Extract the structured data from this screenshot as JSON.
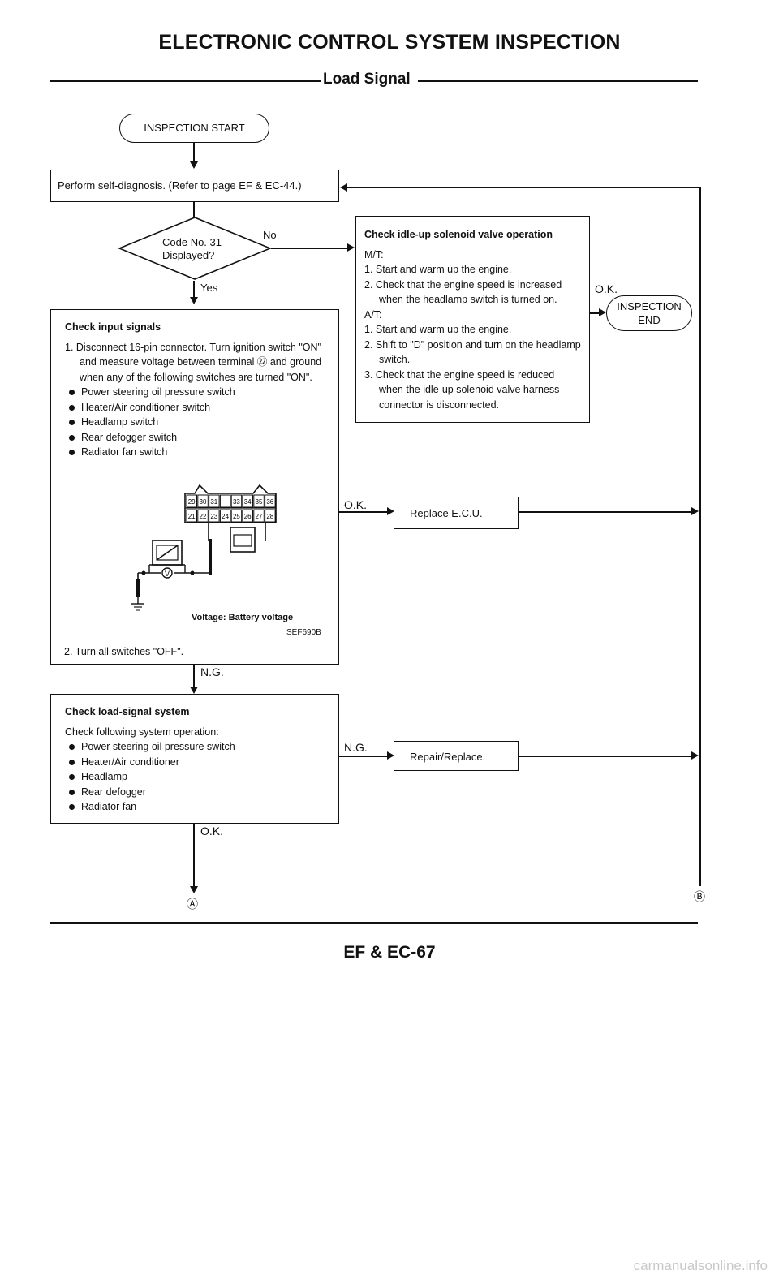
{
  "header": {
    "title": "ELECTRONIC CONTROL SYSTEM INSPECTION",
    "subtitle": "Load Signal"
  },
  "start": "INSPECTION START",
  "step1": "Perform self-diagnosis. (Refer to page EF & EC-44.)",
  "decision": {
    "line1": "Code No. 31",
    "line2": "Displayed?",
    "no": "No",
    "yes": "Yes"
  },
  "idle_up": {
    "title": "Check idle-up solenoid valve operation",
    "mt_label": "M/T:",
    "mt_steps": [
      "1. Start and warm up the engine.",
      "2. Check that the engine speed is increased when the headlamp switch is turned on."
    ],
    "at_label": "A/T:",
    "at_steps": [
      "1. Start and warm up the engine.",
      "2. Shift to \"D\" position and turn on the headlamp switch.",
      "3. Check that the engine speed is reduced when the idle-up solenoid valve harness connector is disconnected."
    ]
  },
  "ok_label": "O.K.",
  "end": {
    "line1": "INSPECTION",
    "line2": "END"
  },
  "input_signals": {
    "title": "Check input signals",
    "step1": "1. Disconnect 16-pin connector. Turn ignition switch \"ON\" and measure voltage between terminal ㉒ and ground when any of the following switches are turned \"ON\".",
    "switches": [
      "Power steering oil pressure switch",
      "Heater/Air conditioner switch",
      "Headlamp switch",
      "Rear defogger switch",
      "Radiator fan switch"
    ],
    "pins_top": [
      "29",
      "30",
      "31",
      "",
      "33",
      "34",
      "35",
      "36"
    ],
    "pins_bottom": [
      "21",
      "22",
      "23",
      "24",
      "25",
      "26",
      "27",
      "28"
    ],
    "meter_symbol": "V",
    "voltage_note": "Voltage: Battery voltage",
    "ref": "SEF690B",
    "step2": "2. Turn all switches \"OFF\"."
  },
  "ok_mid": "O.K.",
  "replace_ecu": "Replace E.C.U.",
  "ng_label1": "N.G.",
  "load_signal": {
    "title": "Check load-signal system",
    "intro": "Check following system operation:",
    "items": [
      "Power steering oil pressure switch",
      "Heater/Air conditioner",
      "Headlamp",
      "Rear defogger",
      "Radiator fan"
    ]
  },
  "ng_label2": "N.G.",
  "repair": "Repair/Replace.",
  "ok_bottom": "O.K.",
  "conn_a": "Ⓐ",
  "conn_b": "Ⓑ",
  "footer": "EF & EC-67",
  "watermark": "carmanualsonline.info"
}
